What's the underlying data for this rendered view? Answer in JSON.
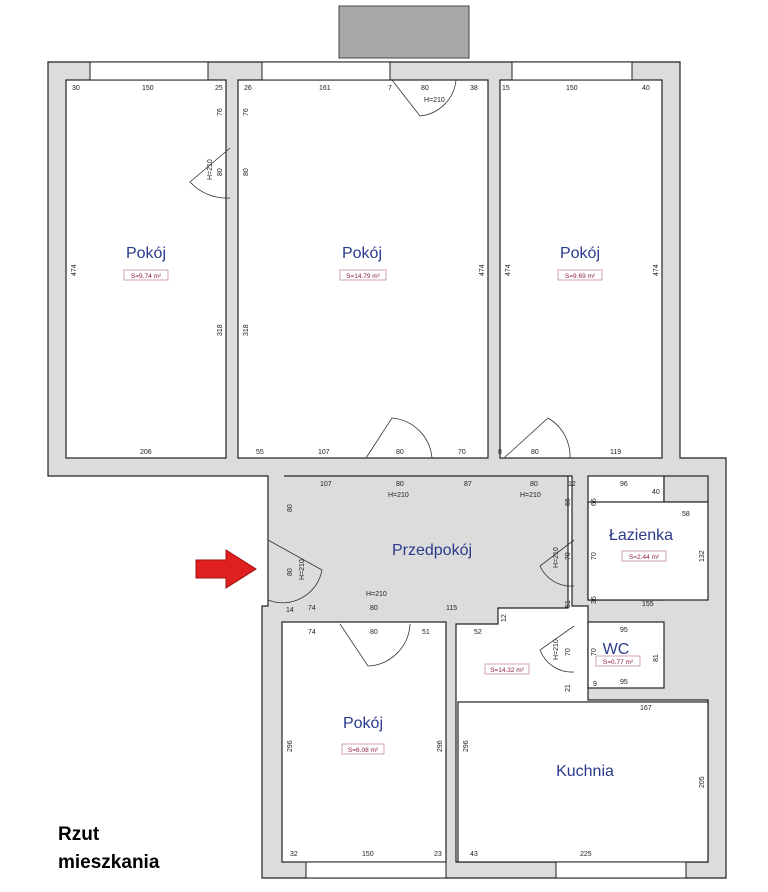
{
  "title": [
    "Rzut",
    "mieszkania"
  ],
  "rooms": {
    "pokoj1": {
      "name": "Pokój",
      "area": "S=9.74 m²"
    },
    "pokoj2": {
      "name": "Pokój",
      "area": "S=14.79 m²"
    },
    "pokoj3": {
      "name": "Pokój",
      "area": "S=9.69 m²"
    },
    "przedpokoj": {
      "name": "Przedpokój",
      "area": "S=14.32 m²"
    },
    "lazienka": {
      "name": "Łazienka",
      "area": "S=2.44 m²"
    },
    "wc": {
      "name": "WC",
      "area": "S=0.77 m²"
    },
    "pokoj4": {
      "name": "Pokój",
      "area": "S=6.08 m²"
    },
    "kuchnia": {
      "name": "Kuchnia"
    }
  },
  "door_height": "H=210",
  "dims": {
    "top": [
      "30",
      "150",
      "25",
      "26",
      "161",
      "7",
      "80",
      "38",
      "15",
      "150",
      "40"
    ],
    "vert": [
      "76",
      "80",
      "76",
      "80",
      "474",
      "318",
      "474",
      "318",
      "474",
      "474"
    ],
    "mid": [
      "206",
      "55",
      "107",
      "80",
      "70",
      "8",
      "80",
      "119"
    ],
    "hall": [
      "107",
      "80",
      "87",
      "80",
      "12",
      "96",
      "40",
      "58",
      "66",
      "66"
    ],
    "hall2": [
      "80",
      "80",
      "70",
      "70",
      "132",
      "51",
      "36",
      "155",
      "14",
      "74",
      "80",
      "115",
      "12"
    ],
    "lower": [
      "74",
      "80",
      "51",
      "52",
      "95",
      "70",
      "70",
      "81",
      "21",
      "9",
      "95",
      "167"
    ],
    "bottom": [
      "296",
      "296",
      "296",
      "205",
      "32",
      "150",
      "23",
      "43",
      "225"
    ]
  }
}
